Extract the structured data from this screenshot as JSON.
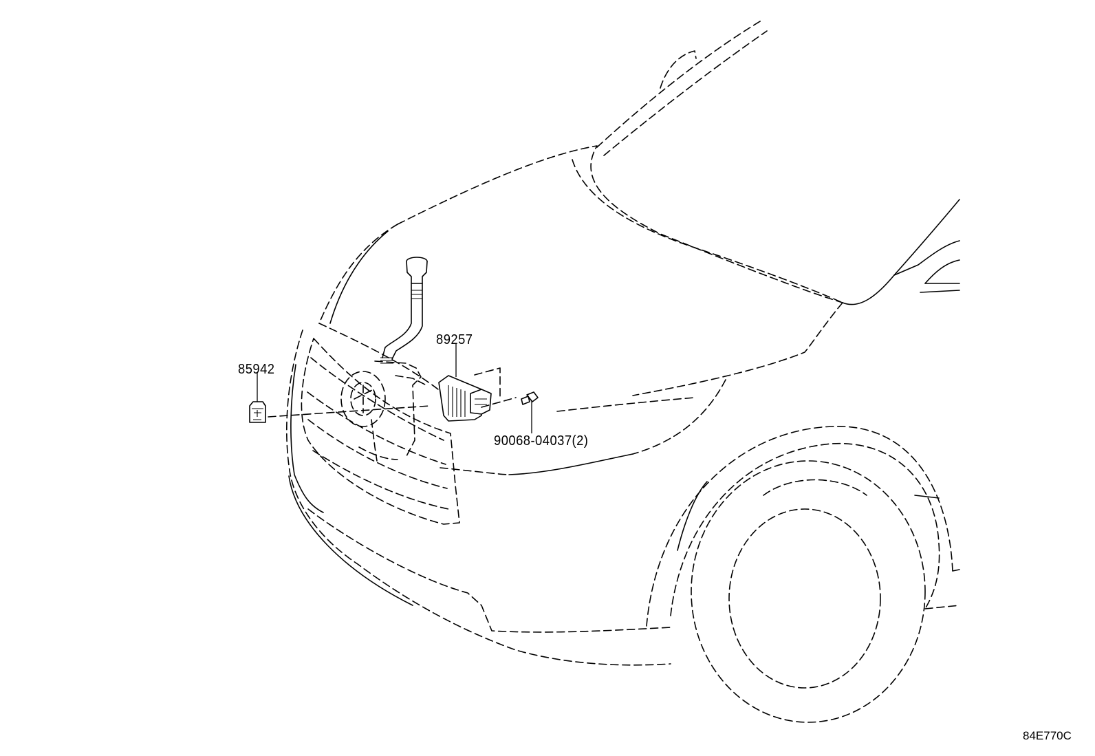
{
  "callouts": {
    "p85942": "85942",
    "p89257": "89257",
    "p90068": "90068-04037(2)"
  },
  "illustration_code": "84E770C"
}
